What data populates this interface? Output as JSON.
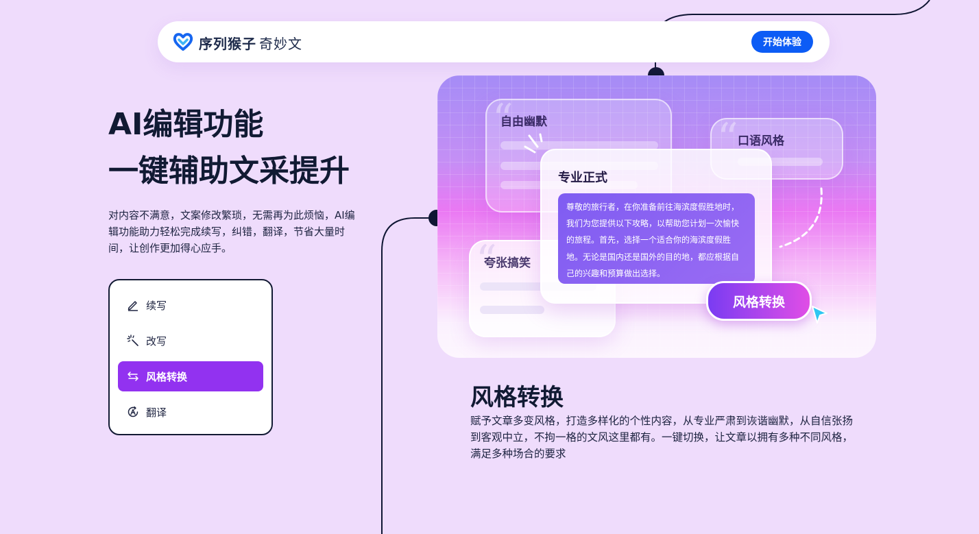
{
  "colors": {
    "page_bg": "#efdcfc",
    "brand_blue": "#0c5cf5",
    "active_purple": "#9232f0",
    "heading": "#111a33",
    "connector": "#0f1633"
  },
  "header": {
    "logo_icon": "heart-link-logo-icon",
    "brand_name": "序列猴子",
    "brand_sub": "奇妙文",
    "cta_label": "开始体验"
  },
  "hero": {
    "title_line1": "AI编辑功能",
    "title_line2": "一键辅助文采提升",
    "description": "对内容不满意，文案修改繁琐，无需再为此烦恼，AI编辑功能助力轻松完成续写，纠错，翻译，节省大量时间，让创作更加得心应手。"
  },
  "features": {
    "items": [
      {
        "label": "续写",
        "icon": "pencil-icon"
      },
      {
        "label": "改写",
        "icon": "magic-wand-icon"
      },
      {
        "label": "风格转换",
        "icon": "swap-arrows-icon",
        "active": true
      },
      {
        "label": "翻译",
        "icon": "translate-icon"
      }
    ]
  },
  "illustration": {
    "card_humor": "自由幽默",
    "card_spoken": "口语风格",
    "card_exaggerated": "夸张搞笑",
    "card_main_title": "专业正式",
    "card_main_text": "尊敬的旅行者，在你准备前往海滨度假胜地时，我们为您提供以下攻略，以帮助您计划一次愉快的旅程。首先，选择一个适合你的海滨度假胜地。无论是国内还是国外的目的地，都应根据自己的兴趣和预算做出选择。",
    "pill_label": "风格转换",
    "cursor_icon": "pointer-cursor-icon"
  },
  "section": {
    "title": "风格转换",
    "description": "赋予文章多变风格，打造多样化的个性内容，从专业严肃到诙谐幽默，从自信张扬到客观中立，不拘一格的文风这里都有。一键切换，让文章以拥有多种不同风格，满足多种场合的要求"
  }
}
